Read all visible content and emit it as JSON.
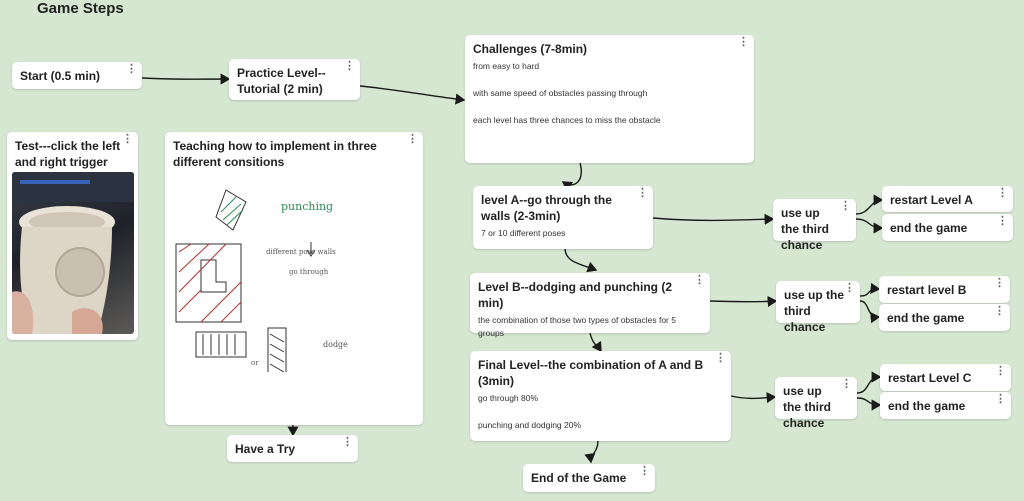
{
  "title": "Game Steps",
  "nodes": {
    "start": {
      "title": "Start (0.5 min)"
    },
    "practice": {
      "title": "Practice Level--Tutorial (2 min)"
    },
    "challenges": {
      "title": "Challenges (7-8min)",
      "lines": [
        "from easy to hard",
        "with same speed of obstacles passing through",
        "each level has three chances to miss the obstacle"
      ]
    },
    "test": {
      "title": "Test---click the left and right trigger"
    },
    "teaching": {
      "title": "Teaching how to implement in three different consitions",
      "sketch": {
        "punching": "punching",
        "walls": "different pose walls",
        "through": "go through",
        "dodge": "dodge",
        "or": "or"
      }
    },
    "try": {
      "title": "Have a Try"
    },
    "levelA": {
      "title": "level A--go through the walls (2-3min)",
      "lines": [
        "7 or 10 different poses"
      ]
    },
    "levelB": {
      "title": "Level B--dodging and punching (2 min)",
      "lines": [
        "the combination of those two types of obstacles for 5 groups"
      ]
    },
    "final": {
      "title": "Final Level--the combination of A and B (3min)",
      "lines": [
        "go through 80%",
        "punching and dodging 20%"
      ]
    },
    "end": {
      "title": "End of the Game"
    },
    "chanceA": {
      "title": "use up the third chance"
    },
    "chanceB": {
      "title": "use up the third chance"
    },
    "chanceC": {
      "title": "use up the third chance"
    },
    "restartA": {
      "title": "restart Level A"
    },
    "restartB": {
      "title": "restart level B"
    },
    "restartC": {
      "title": "restart Level C"
    },
    "endA": {
      "title": "end the game"
    },
    "endB": {
      "title": "end the game"
    },
    "endC": {
      "title": "end the game"
    }
  },
  "menu_glyph": "⋮",
  "colors": {
    "background": "#d5e6d1",
    "card": "#ffffff",
    "arrow": "#1a1a1a",
    "sketch_green": "#2e8b57",
    "sketch_red": "#b03030"
  }
}
